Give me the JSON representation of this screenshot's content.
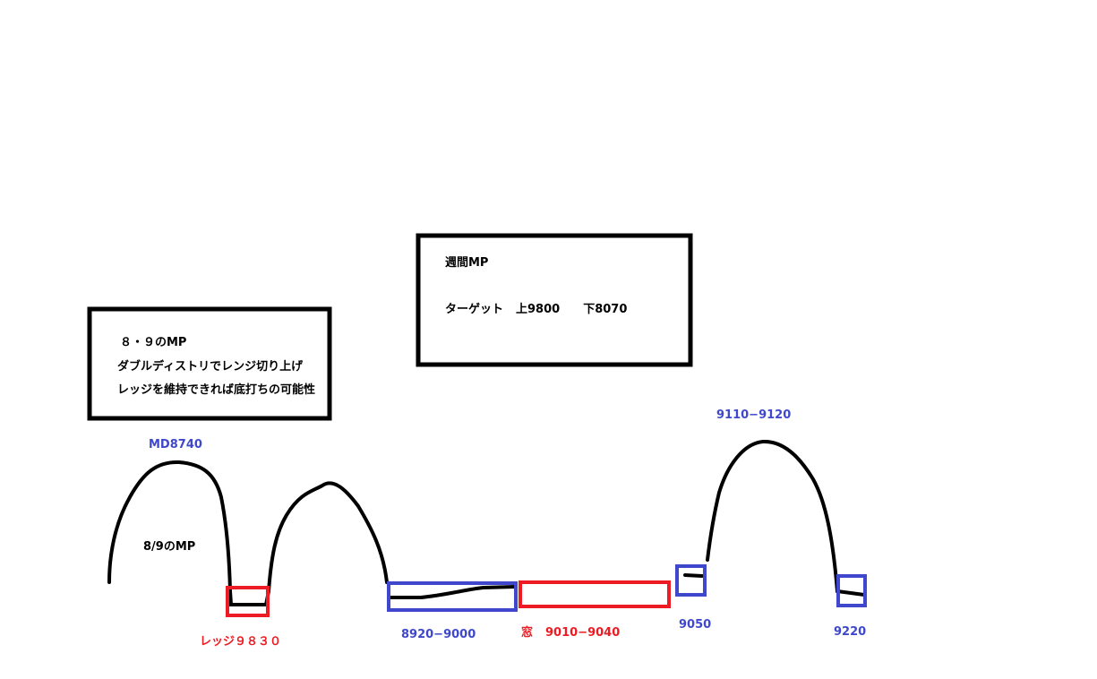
{
  "colors": {
    "red": "#ed1c24",
    "blue": "#3f48cc",
    "black": "#000000"
  },
  "box_left": {
    "line1": "８・９のMP",
    "line2": "ダブルディストリでレンジ切り上げ",
    "line3": "レッジを維持できれば底打ちの可能性"
  },
  "box_right": {
    "title": "週間MP",
    "target_label": "ターゲット",
    "upper": "上9800",
    "lower": "下8070"
  },
  "labels": {
    "md": "MD8740",
    "mp89": "8/9のMP",
    "ledge": "レッジ９８３０",
    "range1": "8920−9000",
    "window_label": "窓",
    "window_range": "9010−9040",
    "p9050": "9050",
    "p9110": "9110−9120",
    "p9220": "9220"
  }
}
